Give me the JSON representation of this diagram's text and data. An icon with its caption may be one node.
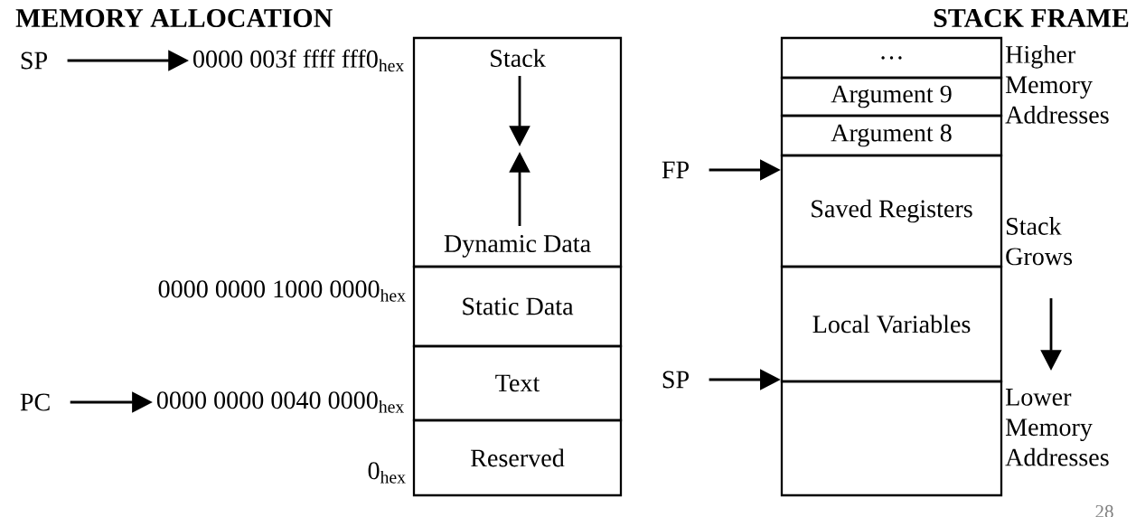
{
  "diagram": {
    "nodes": [
      {
        "text": [
          "SP"
        ]
      },
      {
        "text": [
          "0000 003f ffff fff0$_{hex}$"
        ]
      },
      {
        "text": [
          "Stack",
          "Dynamic Data"
        ]
      },
      {
        "text": [
          "Static Data"
        ]
      },
      {
        "text": [
          "PC"
        ]
      },
      {
        "text": [
          "0000 0000 0040  0000$_{hex}$"
        ]
      },
      {
        "text": [
          "Text"
        ]
      },
      {
        "text": [
          "Reserved"
        ]
      },
      {
        "text": [
          "…"
        ]
      },
      {
        "text": [
          "Argument 9"
        ]
      },
      {
        "text": [
          "Argument 8"
        ]
      },
      {
        "text": [
          "FP"
        ]
      },
      {
        "text": [
          "Saved Registers"
        ]
      },
      {
        "text": [
          "SP"
        ]
      },
      {
        "text": [
          "Local Variables"
        ]
      },
      {
        "text": [],
        "shape": "box"
      }
    ],
    "edges": [
      {
        "from": 0,
        "to": 1,
        "arrow": "to"
      },
      {
        "from": 4,
        "to": 5,
        "arrow": "to"
      },
      {
        "from": 11,
        "to": 12,
        "arrow": "to"
      },
      {
        "from": 13,
        "to": 15,
        "arrow": "to"
      }
    ],
    "labels": [
      "MEMORY ALLOCATION",
      "STACK FRAME",
      "0000 0000 1000 0000$_{hex}$",
      "0$_{hex}$",
      "Higher Memory Addresses",
      "Stack Grows",
      "Lower Memory Addresses",
      "28"
    ]
  }
}
